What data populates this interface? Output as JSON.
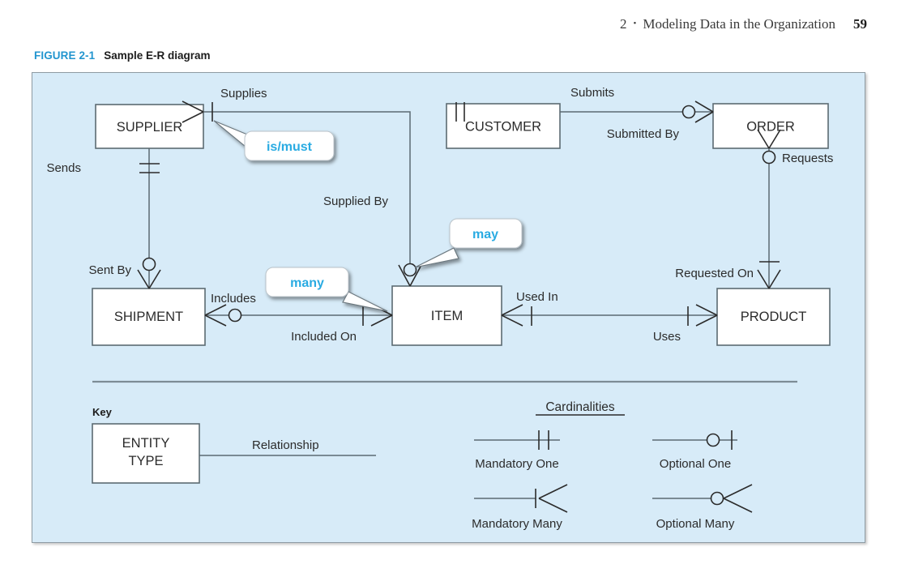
{
  "running_head": {
    "chapter": "2",
    "separator": "•",
    "title": "Modeling Data in the Organization",
    "page_number": "59"
  },
  "figure": {
    "label": "FIGURE 2-1",
    "title": "Sample E-R diagram"
  },
  "colors": {
    "panel_background": "#d7ebf8",
    "panel_border": "#8e9ba3",
    "entity_fill": "#ffffff",
    "entity_stroke": "#5c6a72",
    "callout_text": "#29ABE2",
    "figure_label": "#2295cf",
    "text": "#2b2b2b"
  },
  "diagram": {
    "entities": [
      {
        "id": "supplier",
        "name": "SUPPLIER"
      },
      {
        "id": "customer",
        "name": "CUSTOMER"
      },
      {
        "id": "order",
        "name": "ORDER"
      },
      {
        "id": "shipment",
        "name": "SHIPMENT"
      },
      {
        "id": "item",
        "name": "ITEM"
      },
      {
        "id": "product",
        "name": "PRODUCT"
      }
    ],
    "relationships": [
      {
        "id": "supplies",
        "from": "SUPPLIER",
        "to": "ITEM",
        "forward_label": "Supplies",
        "inverse_label": "Supplied By",
        "from_cardinality": "mandatory-many",
        "to_cardinality": "optional-many"
      },
      {
        "id": "sends",
        "from": "SUPPLIER",
        "to": "SHIPMENT",
        "forward_label": "Sends",
        "inverse_label": "Sent By",
        "from_cardinality": "mandatory-one",
        "to_cardinality": "optional-many"
      },
      {
        "id": "submits",
        "from": "CUSTOMER",
        "to": "ORDER",
        "forward_label": "Submits",
        "inverse_label": "Submitted By",
        "from_cardinality": "mandatory-one",
        "to_cardinality": "optional-many"
      },
      {
        "id": "requests",
        "from": "ORDER",
        "to": "PRODUCT",
        "forward_label": "Requests",
        "inverse_label": "Requested On",
        "from_cardinality": "optional-many",
        "to_cardinality": "mandatory-many"
      },
      {
        "id": "includes",
        "from": "SHIPMENT",
        "to": "ITEM",
        "forward_label": "Includes",
        "inverse_label": "Included On",
        "from_cardinality": "optional-many",
        "to_cardinality": "mandatory-many"
      },
      {
        "id": "used-in",
        "from": "ITEM",
        "to": "PRODUCT",
        "forward_label": "Used In",
        "inverse_label": "Uses",
        "from_cardinality": "mandatory-one",
        "to_cardinality": "mandatory-many"
      }
    ],
    "callouts": [
      {
        "id": "is-must",
        "text": "is/must"
      },
      {
        "id": "may",
        "text": "may"
      },
      {
        "id": "many",
        "text": "many"
      }
    ]
  },
  "legend": {
    "key": {
      "heading": "Key",
      "entity_line1": "ENTITY",
      "entity_line2": "TYPE",
      "relationship_label": "Relationship"
    },
    "cardinalities": {
      "heading": "Cardinalities",
      "items": [
        {
          "id": "mandatory-one",
          "label": "Mandatory One"
        },
        {
          "id": "optional-one",
          "label": "Optional One"
        },
        {
          "id": "mandatory-many",
          "label": "Mandatory Many"
        },
        {
          "id": "optional-many",
          "label": "Optional Many"
        }
      ]
    }
  }
}
